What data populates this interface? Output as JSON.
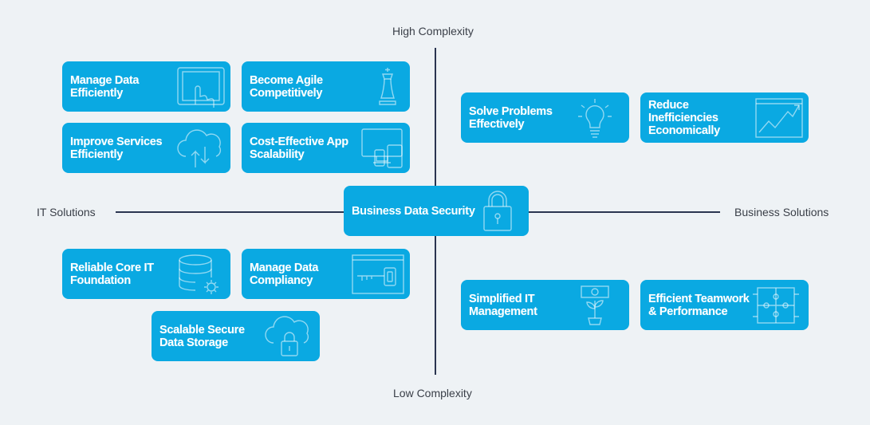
{
  "axes": {
    "top": "High Complexity",
    "bottom": "Low Complexity",
    "left": "IT Solutions",
    "right": "Business Solutions"
  },
  "center": {
    "label": "Business Data Security",
    "icon": "padlock-icon"
  },
  "quadrants": {
    "top_left": [
      {
        "label": "Manage Data\nEfficiently",
        "icon": "touchscreen-tablet-icon"
      },
      {
        "label": "Become Agile\nCompetitively",
        "icon": "chess-piece-icon"
      },
      {
        "label": "Improve Services\nEfficiently",
        "icon": "cloud-sync-icon"
      },
      {
        "label": "Cost-Effective App\nScalability",
        "icon": "devices-icon"
      }
    ],
    "top_right": [
      {
        "label": "Solve Problems\nEffectively",
        "icon": "lightbulb-icon"
      },
      {
        "label": "Reduce\nInefficiencies\nEconomically",
        "icon": "growth-chart-icon"
      }
    ],
    "bottom_left": [
      {
        "label": "Reliable Core IT\nFoundation",
        "icon": "database-gear-icon"
      },
      {
        "label": "Manage Data\nCompliancy",
        "icon": "key-window-icon"
      },
      {
        "label": "Scalable Secure\nData Storage",
        "icon": "cloud-lock-icon"
      }
    ],
    "bottom_right": [
      {
        "label": "Simplified IT\nManagement",
        "icon": "money-plant-icon"
      },
      {
        "label": "Efficient Teamwork\n& Performance",
        "icon": "puzzle-network-icon"
      }
    ]
  },
  "colors": {
    "card": "#0aa9e2",
    "background": "#eef2f5",
    "axis": "#2a3550"
  }
}
